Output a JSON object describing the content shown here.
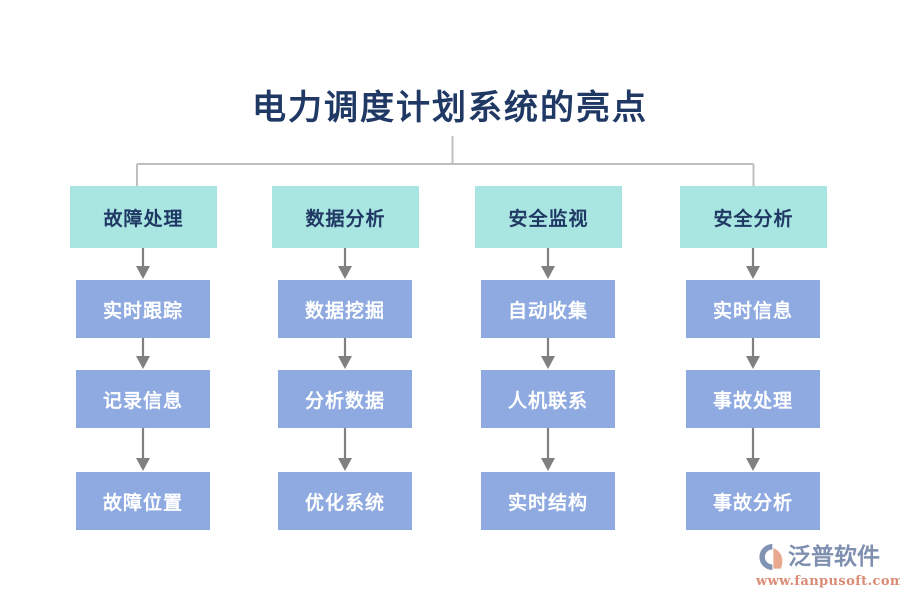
{
  "diagram": {
    "title": "电力调度计划系统的亮点",
    "type": "hierarchy-flowchart",
    "colors": {
      "title_text": "#1f3864",
      "head_box_fill": "#a9e6e1",
      "head_box_text": "#1f3864",
      "step_box_fill": "#8faae0",
      "step_box_text": "#ffffff",
      "connector_line": "#bfbfbf",
      "arrow": "#808080",
      "background": "#ffffff"
    },
    "columns": [
      {
        "head": "故障处理",
        "steps": [
          "实时跟踪",
          "记录信息",
          "故障位置"
        ]
      },
      {
        "head": "数据分析",
        "steps": [
          "数据挖掘",
          "分析数据",
          "优化系统"
        ]
      },
      {
        "head": "安全监视",
        "steps": [
          "自动收集",
          "人机联系",
          "实时结构"
        ]
      },
      {
        "head": "安全分析",
        "steps": [
          "实时信息",
          "事故处理",
          "事故分析"
        ]
      }
    ]
  },
  "logo": {
    "name": "泛普软件",
    "url": "www.fanpusoft.com",
    "mark_color": "#8193b2",
    "accent_color": "#e8a98f",
    "word_color": "#7e8fb0",
    "url_color": "#d98b75"
  }
}
